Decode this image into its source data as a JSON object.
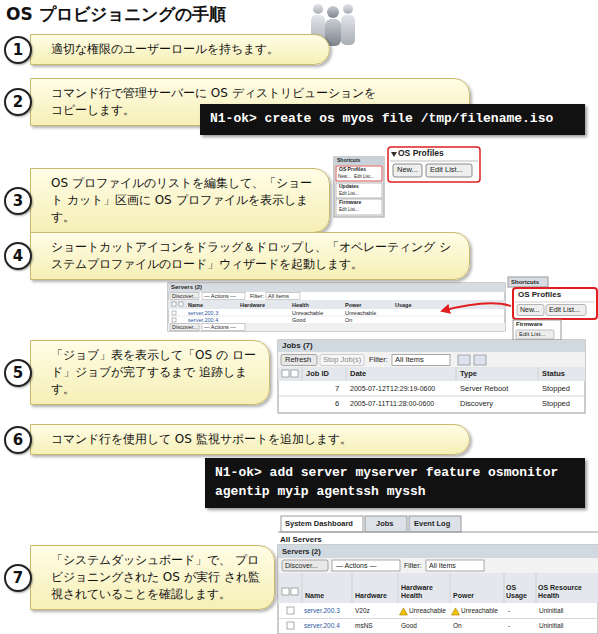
{
  "diagram": {
    "title": "OS プロビジョニングの手順",
    "nodes": [
      {
        "text": [
          "1"
        ]
      },
      {
        "text": [
          "適切な権限のユーザーロールを持ちます。"
        ]
      },
      {
        "text": [
          "2"
        ]
      },
      {
        "text": [
          "コマンド行で管理サーバーに OS ディストリビューションを コピーします。"
        ]
      },
      {
        "text": [
          "N1-ok> create os myos file /tmp/filename.iso"
        ]
      },
      {
        "text": [
          "3"
        ]
      },
      {
        "text": [
          "OS プロファイルのリストを編集して、「ショート カット」区画に OS プロファイルを表示します。"
        ]
      },
      {
        "text": [
          "4"
        ]
      },
      {
        "text": [
          "ショートカットアイコンをドラッグ＆ドロップし、「オペレーティング システムプロファイルのロード」ウィザードを起動します。"
        ]
      },
      {
        "text": [
          "5"
        ]
      },
      {
        "text": [
          "「ジョブ」表を表示して「OS の ロード」ジョブが完了するまで 追跡します。"
        ]
      },
      {
        "text": [
          "6"
        ]
      },
      {
        "text": [
          "コマンド行を使用して OS 監視サポートを追加します。"
        ]
      },
      {
        "text": [
          "N1-ok> add server myserver feature osmonitor agentip myip agentssh myssh"
        ]
      },
      {
        "text": [
          "7"
        ]
      },
      {
        "text": [
          "「システムダッシュボード」で、 プロビジョニングされた OS が実行 され監視されていることを確認します。"
        ]
      }
    ],
    "labels": [
      "Shortcuts",
      "OS Profiles",
      "New...",
      "Edit List...",
      "Updates",
      "Edit List...",
      "Firmware",
      "Edit List...",
      "OS Profiles",
      "New...",
      "Edit List...",
      "Servers (2)",
      "Discover...",
      "— Actions —",
      "Filter:",
      "All Items",
      "Name",
      "Hardware",
      "Health",
      "Power",
      "Usage",
      "server.200.3",
      "Unreachable",
      "Unreachable",
      "server.200.4",
      "Good",
      "On",
      "Discover...",
      "— Actions —",
      "Shortcuts",
      "OS Profiles",
      "New...",
      "Edit List...",
      "Firmware",
      "Edit List...",
      "Jobs (7)",
      "Refresh",
      "Stop Job(s)",
      "Filter:",
      "All Items",
      "Job ID",
      "Date",
      "Type",
      "Status",
      "7",
      "2005-07-12T12:29:19-0600",
      "Server Reboot",
      "Stopped",
      "6",
      "2005-07-11T11:28:00-0600",
      "Discovery",
      "Stopped",
      "System Dashboard",
      "Jobs",
      "Event Log",
      "All Servers",
      "Servers (2)",
      "Discover...",
      "— Actions —",
      "Filter:",
      "All Items",
      "Name",
      "Hardware",
      "Hardware Health",
      "Power",
      "OS Usage",
      "OS Resource Health",
      "server.200.3",
      "V20z",
      "Unreachable",
      "Unreachable",
      "-",
      "Uninitiali",
      "server.200.4",
      "msNS",
      "Good",
      "On",
      "-",
      "Uninitiali"
    ]
  }
}
